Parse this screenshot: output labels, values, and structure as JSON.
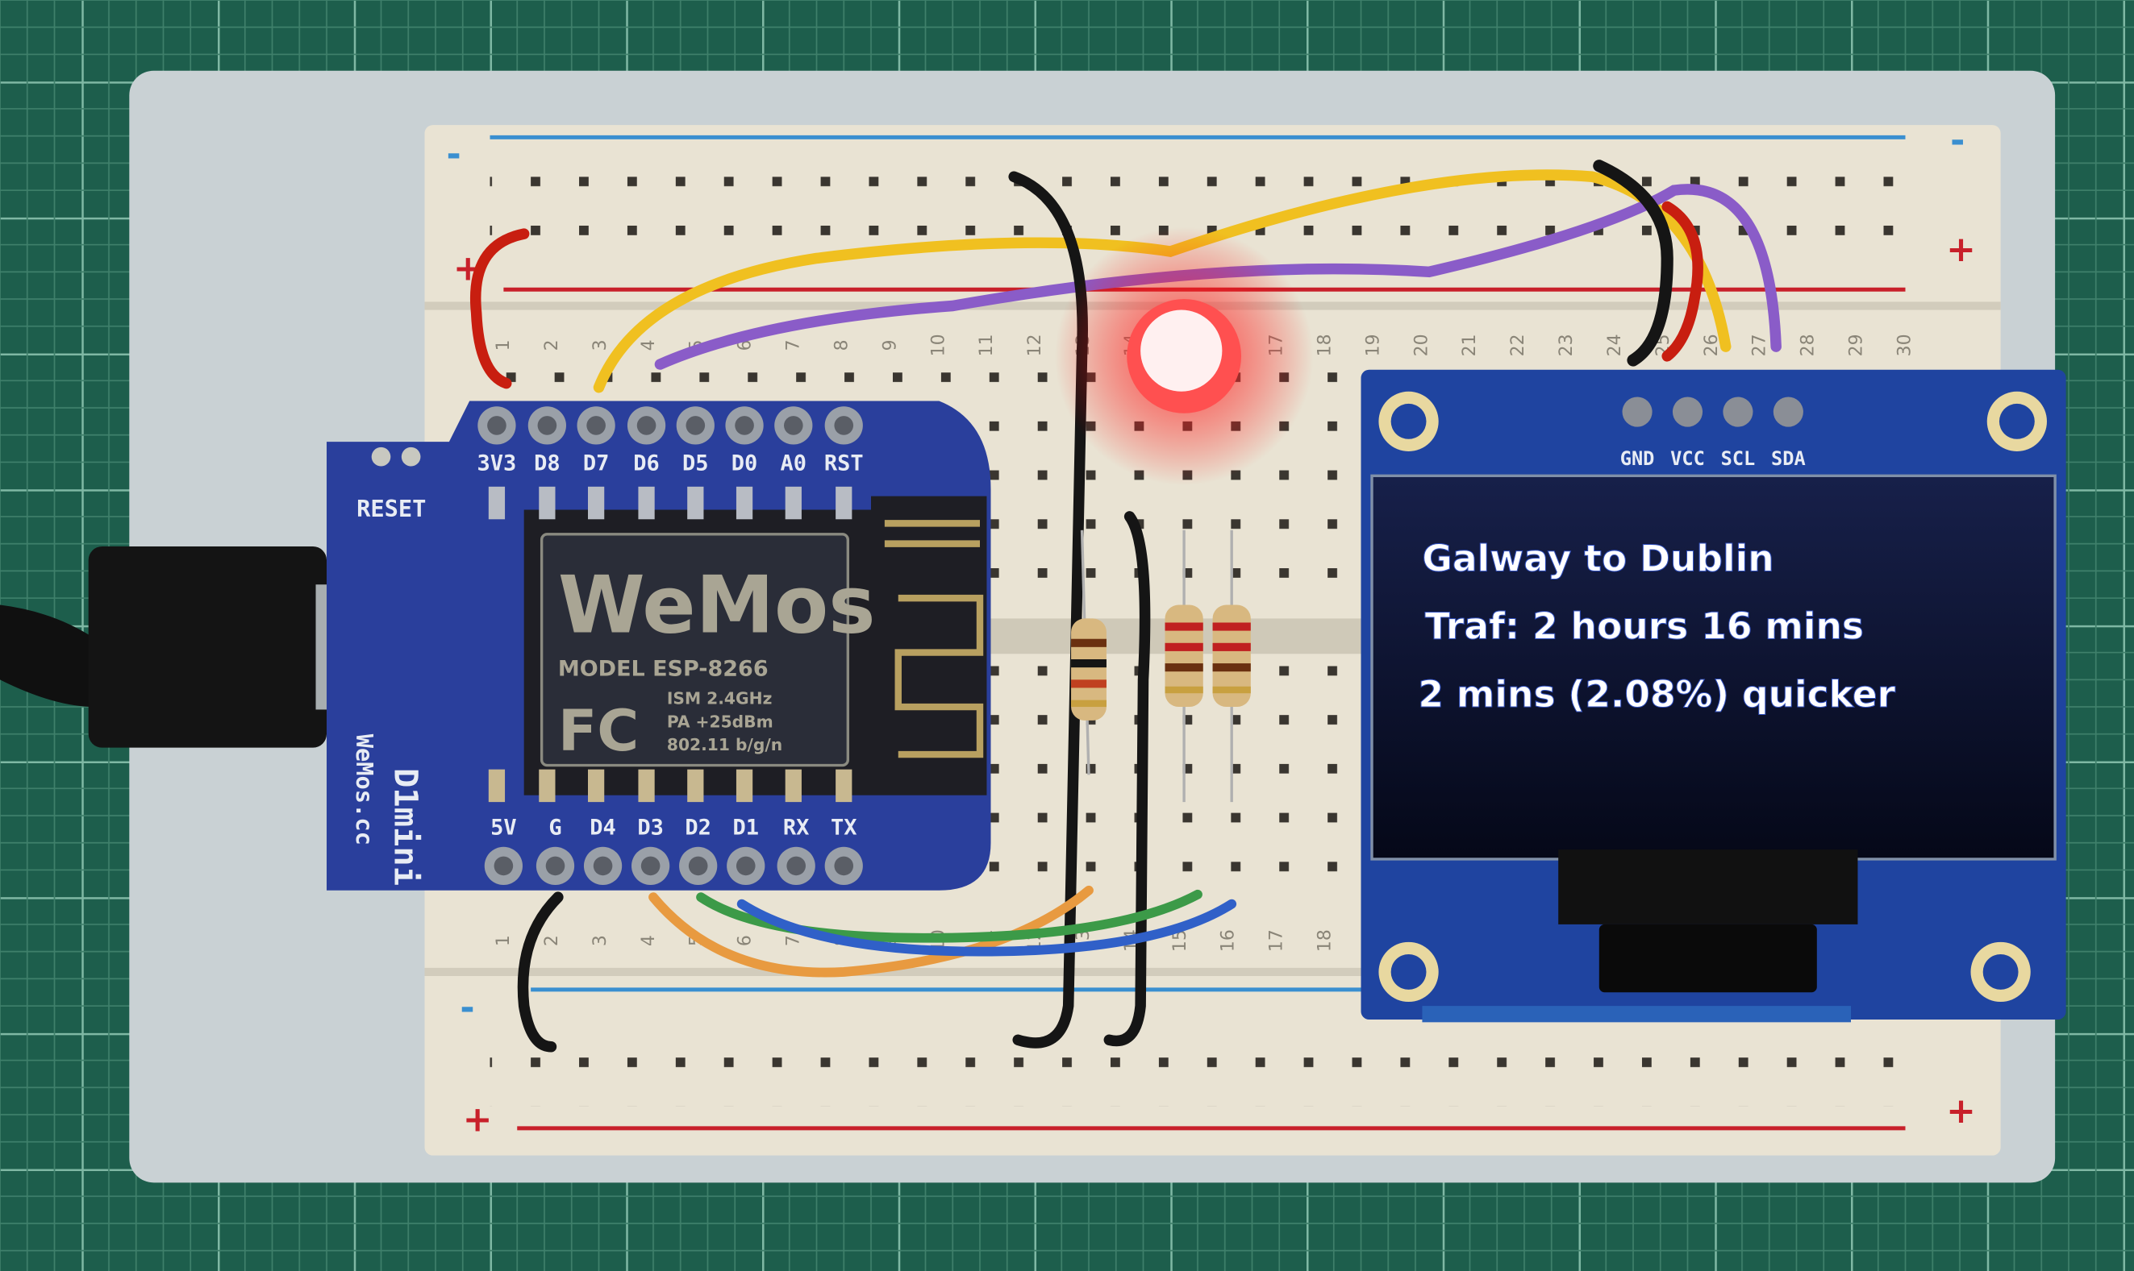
{
  "oled_screen": {
    "lines": [
      "Galway to Dublin",
      "Traf: 2 hours 16 mins",
      "2 mins (2.08%) quicker"
    ],
    "pins": [
      "GND",
      "VCC",
      "SCL",
      "SDA"
    ]
  },
  "wemos_board": {
    "top_pins": [
      "3V3",
      "D8",
      "D7",
      "D6",
      "D5",
      "D0",
      "A0",
      "RST"
    ],
    "bottom_pins": [
      "5V",
      "G",
      "D4",
      "D3",
      "D2",
      "D1",
      "RX",
      "TX"
    ],
    "reset_label": "RESET",
    "board_name": "D1mini",
    "website": "WeMos.cc",
    "logo": "WeMos",
    "chip_model": "MODEL ESP-8266",
    "chip_fcc": "FC",
    "chip_specs": [
      "ISM 2.4GHz",
      "PA +25dBm",
      "802.11 b/g/n"
    ]
  },
  "breadboard": {
    "rail_plus": "+",
    "rail_minus": "-",
    "column_numbers": [
      "1",
      "2",
      "3",
      "4",
      "5",
      "6",
      "7",
      "8",
      "9",
      "10",
      "11",
      "12",
      "13",
      "14",
      "15",
      "16",
      "17",
      "18",
      "19",
      "20",
      "21",
      "22",
      "23",
      "24",
      "25",
      "26",
      "27",
      "28",
      "29",
      "30"
    ],
    "colors": {
      "body": "#e9e3d3",
      "rail_red": "#c8202a",
      "rail_blue": "#3a8fd0"
    }
  },
  "led": {
    "color": "#ff2020",
    "state": "on"
  },
  "wire_colors": {
    "yellow": "#f0c020",
    "purple": "#8a5cc8",
    "black": "#151515",
    "red": "#c81e10",
    "orange": "#e89a40",
    "green": "#3c9a48",
    "blue": "#3060c8"
  }
}
